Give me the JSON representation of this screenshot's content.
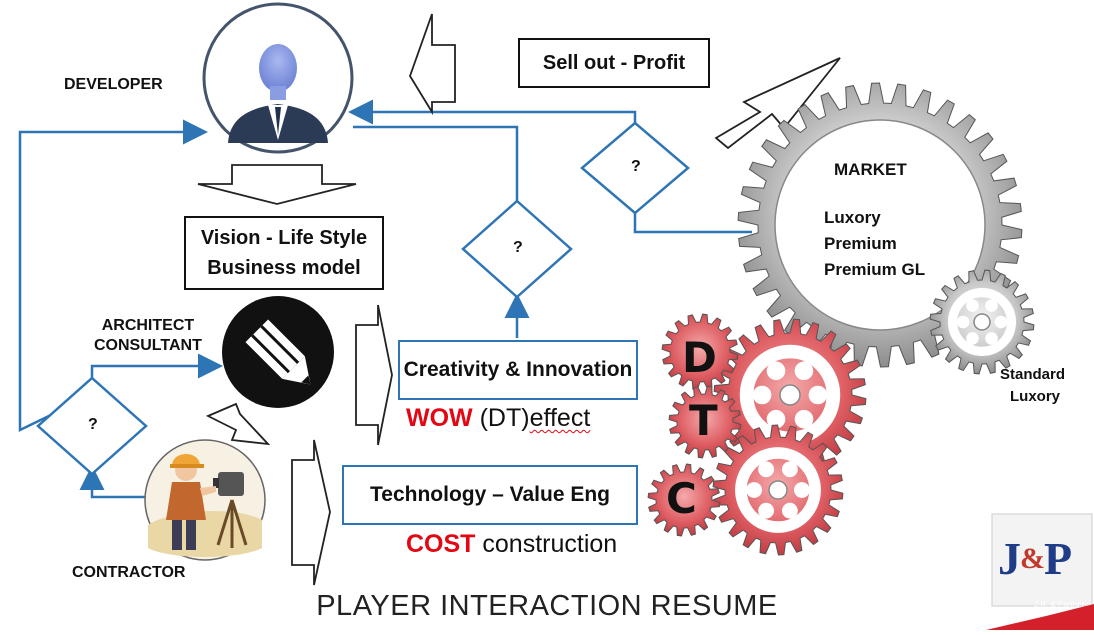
{
  "roles": {
    "developer": "DEVELOPER",
    "architect_line1": "ARCHITECT",
    "architect_line2": "CONSULTANT",
    "contractor": "CONTRACTOR"
  },
  "boxes": {
    "sell_out": "Sell out - Profit",
    "vision_line1": "Vision - Life Style",
    "vision_line2": "Business model",
    "creativity": "Creativity & Innovation",
    "technology": "Technology – Value Eng"
  },
  "decisions": {
    "top": "?",
    "middle": "?",
    "left": "?"
  },
  "taglines": {
    "wow": "WOW",
    "wow_mid": "(DT)",
    "wow_rest": "effect",
    "cost": "COST",
    "cost_rest": "construction"
  },
  "market": {
    "title": "MARKET",
    "tiers": [
      "Luxory",
      "Premium",
      "Premium GL"
    ],
    "standard_line1": "Standard",
    "standard_line2": "Luxory"
  },
  "gear_letters": [
    "D",
    "T",
    "C"
  ],
  "footer_title": "PLAYER INTERACTION RESUME",
  "logo": {
    "mark": "J&P",
    "caption": "J.R. & Partner"
  },
  "colors": {
    "flow_blue": "#2e75b6",
    "accent_red": "#e30613",
    "gear_red": "#d9545a",
    "gear_grey": "#a6a6a6"
  }
}
